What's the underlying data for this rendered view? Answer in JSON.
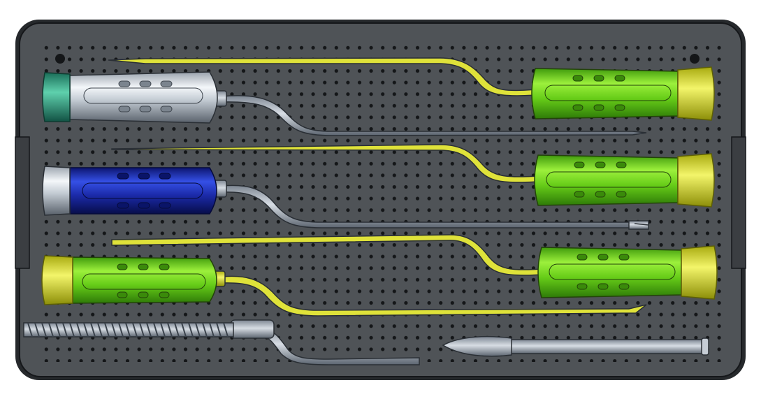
{
  "colors": {
    "background": "#ffffff",
    "tray_fill": "#4f5357",
    "tray_outline": "#1d1f21",
    "hole": "#141618",
    "handle_white": "#dfe6ec",
    "handle_blue": "#1d2fb0",
    "handle_green": "#6ed61c",
    "endcap_teal": "#2fa386",
    "endcap_yellow": "#dfe23a",
    "shaft_yellow": "#dfe23a",
    "shaft_steel": "#a9b2be"
  },
  "instruments": [
    {
      "name": "steel-probe",
      "handle_color": "white",
      "shaft_color": "steel"
    },
    {
      "name": "yellow-probe-top",
      "handle_color": "green",
      "shaft_color": "yellow"
    },
    {
      "name": "yellow-probe-middle",
      "handle_color": "green",
      "shaft_color": "yellow"
    },
    {
      "name": "steel-fork-probe",
      "handle_color": "blue",
      "shaft_color": "steel"
    },
    {
      "name": "yellow-probe-lower",
      "handle_color": "green",
      "shaft_color": "yellow"
    },
    {
      "name": "yellow-curved-probe",
      "handle_color": "green",
      "shaft_color": "yellow"
    },
    {
      "name": "threaded-rod",
      "handle_color": "none",
      "shaft_color": "steel"
    },
    {
      "name": "spear-tip-rod",
      "handle_color": "none",
      "shaft_color": "steel"
    }
  ]
}
